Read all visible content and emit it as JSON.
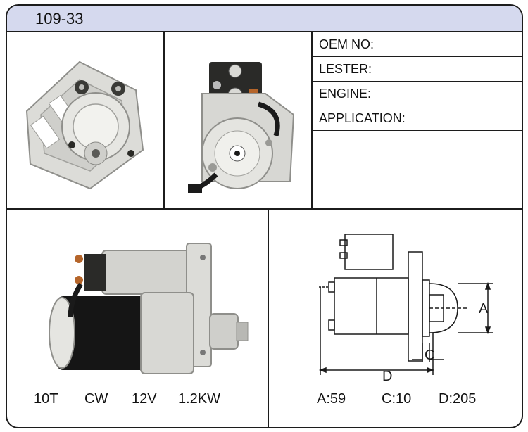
{
  "part_number": "109-33",
  "specs": [
    {
      "label": "OEM NO:",
      "value": ""
    },
    {
      "label": "LESTER:",
      "value": ""
    },
    {
      "label": "ENGINE:",
      "value": ""
    },
    {
      "label": "APPLICATION:",
      "value": ""
    }
  ],
  "ratings": {
    "teeth": "10T",
    "rotation": "CW",
    "voltage": "12V",
    "power": "1.2KW"
  },
  "dimensions": {
    "a_label": "A",
    "c_label": "C",
    "d_label": "D",
    "a_value": "A:59",
    "c_value": "C:10",
    "d_value": "D:205"
  },
  "colors": {
    "border": "#1c1c1c",
    "title_bar": "#d5d9ee",
    "metal": "#d8d8d4",
    "metal_dark": "#9a9a96",
    "motor_black": "#151515"
  },
  "icons": {
    "front_photo": "starter-front-view-icon",
    "rear_photo": "starter-rear-view-icon",
    "side_photo": "starter-side-view-icon",
    "drawing": "starter-dimension-drawing-icon"
  }
}
